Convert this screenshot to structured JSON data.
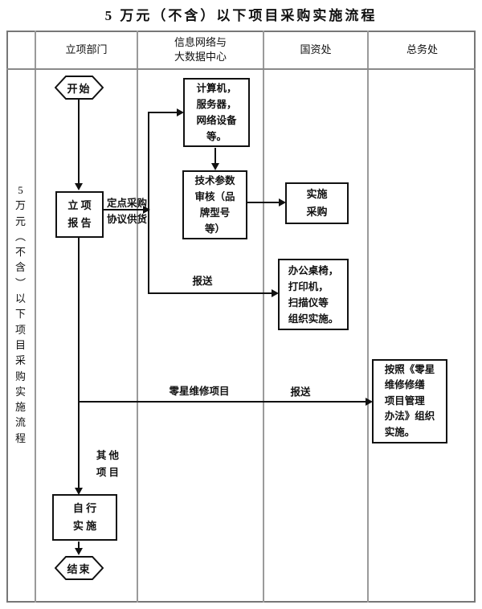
{
  "title": "5 万元（不含）以下项目采购实施流程",
  "side_label": [
    "5",
    "万",
    "元",
    "︵",
    "不",
    "含",
    "︶",
    "以",
    "下",
    "项",
    "目",
    "采",
    "购",
    "实",
    "施",
    "流",
    "程"
  ],
  "lanes": {
    "col1": "立项部门",
    "col2": [
      "信息网络与",
      "大数据中心"
    ],
    "col3": "国资处",
    "col4": "总务处"
  },
  "nodes": {
    "start": "开始",
    "report": [
      "立  项",
      "报  告"
    ],
    "computer": [
      "计算机，",
      "服务器，",
      "网络设备",
      "等。"
    ],
    "tech_review": [
      "技术参数",
      "审核（品",
      "牌型号",
      "等）"
    ],
    "procure": [
      "实施",
      "采购"
    ],
    "office": [
      "办公桌椅，",
      "打印机，",
      "扫描仪等",
      "组织实施。"
    ],
    "repair_rule": [
      "按照《零星",
      "维修修缮",
      "项目管理",
      "办法》组织",
      "实施。"
    ],
    "self_impl": [
      "自  行",
      "实  施"
    ],
    "end": "结束"
  },
  "edge_labels": {
    "fixed_point": [
      "定点采购",
      "协议供货"
    ],
    "submit1": "报送",
    "sporadic": "零星维修项目",
    "submit2": "报送",
    "other": [
      "其 他",
      "项 目"
    ]
  },
  "colors": {
    "connector": "#111111",
    "lane_divider": "#9a9a9a",
    "frame": "#777777",
    "background": "#ffffff"
  }
}
